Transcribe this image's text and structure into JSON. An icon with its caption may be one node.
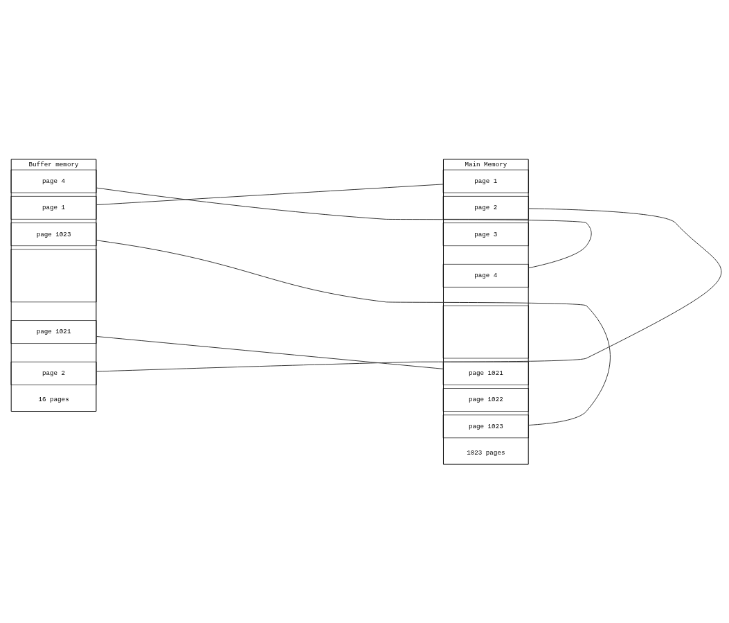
{
  "diagram": {
    "nodes": [
      {
        "text": [
          "Buffer memory"
        ],
        "beside": [
          "16 pages"
        ]
      },
      {
        "text": [
          "page 4"
        ],
        "in": 0
      },
      {
        "text": [
          "page 1"
        ],
        "in": 0
      },
      {
        "text": [
          "page 1023"
        ],
        "in": 0
      },
      {
        "text": [],
        "shape": "box",
        "in": 0
      },
      {
        "text": [
          "page 1021"
        ],
        "in": 0
      },
      {
        "text": [
          "page 2"
        ],
        "in": 0
      },
      {
        "text": [
          "Main Memory"
        ],
        "beside": [
          "1023 pages"
        ]
      },
      {
        "text": [
          "page 1"
        ],
        "in": 7
      },
      {
        "text": [
          "page 2"
        ],
        "in": 7
      },
      {
        "text": [
          "page 3"
        ],
        "in": 7
      },
      {
        "text": [
          "page 4"
        ],
        "in": 7
      },
      {
        "text": [],
        "shape": "box",
        "in": 7
      },
      {
        "text": [
          "page 1021"
        ],
        "in": 7
      },
      {
        "text": [
          "page 1022"
        ],
        "in": 7
      },
      {
        "text": [
          "page 1023"
        ],
        "in": 7
      }
    ],
    "edges": [
      {
        "from": 1,
        "to": 11,
        "arrow": "none"
      },
      {
        "from": 2,
        "to": 8,
        "arrow": "none"
      },
      {
        "from": 3,
        "to": 15,
        "arrow": "none"
      },
      {
        "from": 5,
        "to": 13,
        "arrow": "none"
      },
      {
        "from": 6,
        "to": 9,
        "arrow": "none"
      }
    ]
  }
}
